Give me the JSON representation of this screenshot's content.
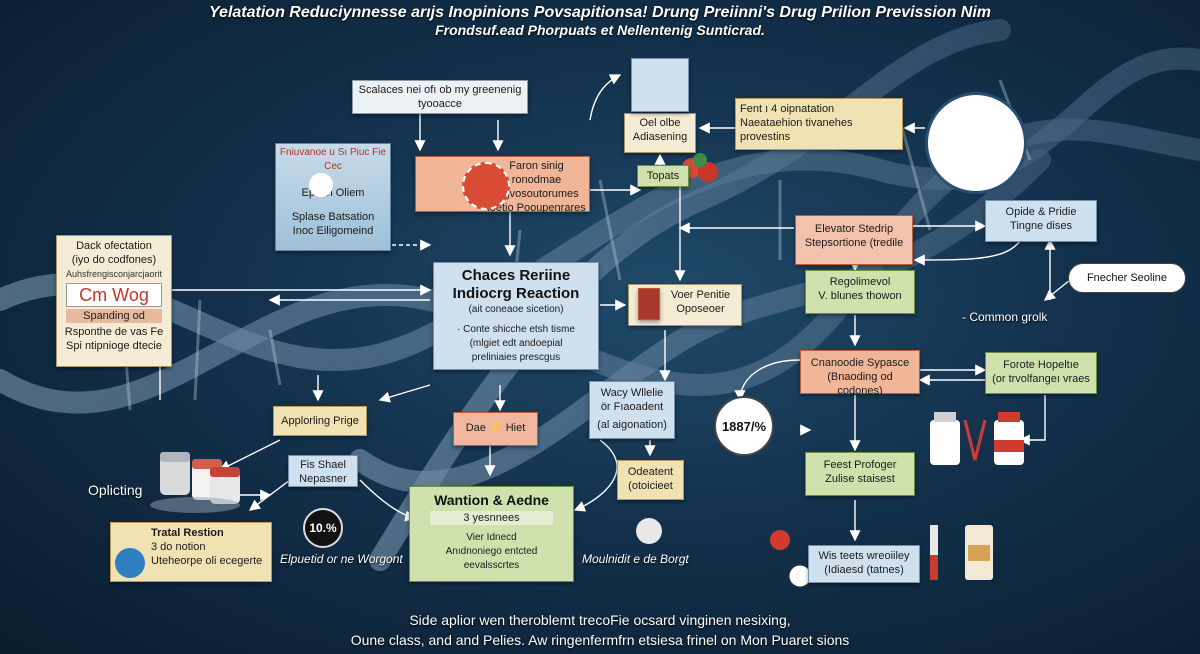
{
  "header": {
    "title_line1": "Yelatation Reduciynnesse arıjs Inopinions Povsapitionsa! Drung Preiinni's Drug Prilion Prevission Nim",
    "title_line2": "Frondsuf.ead Phorpuats et Nellentenig Sunticrad."
  },
  "boxes": {
    "scaleces": [
      "Scalaces nei ofı ob my greenenig",
      "tyooacce"
    ],
    "blue_card": [
      "Fniuvanoe u Sı Piuc Fie Cec",
      "Epiton Oliem",
      "Splase Batsation",
      "Inoc Eiligomeind"
    ],
    "center_top_salmon": [
      "Faron sinig",
      "ronodmae",
      "Iegvosoutorumes",
      "ibetio Pooupenrares"
    ],
    "cell_olbe": [
      "Oel olbe",
      "Adiasening"
    ],
    "topats": "Topats",
    "fent": [
      "Fent ı 4 oipnatation",
      "Naeataehion tivanehes",
      "provestins"
    ],
    "dack": [
      "Dack ofectation",
      "(iyo do codfones)"
    ],
    "rushapie": "Auhsfrengisconjarcjaorit",
    "cm_logo": "Cm Wog",
    "spanning": "Spanding od",
    "reponth": [
      "Rsponthe de vas Fe",
      "Spi ntipnioge dtecie"
    ],
    "central": [
      "Chaces Reriine",
      "Indiocrg Reaction",
      "(ait coneaoe sicetion)",
      "· Conte shicche etsh tisme",
      "(mlgiet edt andoepial",
      "preliniaies prescgus"
    ],
    "voer": [
      "Voer Penitie",
      "Oposeoer"
    ],
    "elevator": [
      "Elevator Stedrip",
      "Stepsortione (tredile"
    ],
    "opide": [
      "Opide & Pridie",
      "Tingne dises"
    ],
    "regolimevol": [
      "Regolimevol",
      "V. blunes thowon"
    ],
    "appl_prige": "Applorling Prige",
    "fis_shael": [
      "Fis Shael",
      "Nepasner"
    ],
    "dae_hiet": [
      "Dae",
      "Hiet"
    ],
    "wacy": [
      "Wacy Wllelie",
      "ör Fıaoadent",
      "(al aigonation)"
    ],
    "cnanoode": [
      "Cnanoodie Sypasce",
      "(Bnaoding od codones)"
    ],
    "forote": [
      "Forote Hopeltıe",
      "(or trvolfangeı vraes"
    ],
    "feest": [
      "Feest Profoger",
      "Zulise staisest"
    ],
    "wantion": [
      "Wantion & Aedne",
      "3 yesnnees"
    ],
    "wantion_sub": [
      "Vier Idnecd",
      "Anıdnoniego entcted",
      "eevalsscrtes"
    ],
    "odeatent": [
      "Odeatent",
      "(otoicieet"
    ],
    "tratal": [
      "Tratal Restion",
      "3 do notion",
      "Uteheorpe oli ecegerte"
    ],
    "wis": [
      "Wis teets wreoiiley",
      "(Idiaesd (tatnes)"
    ]
  },
  "floating": {
    "opticing": "Oplicting",
    "common_grok": "- Common grolk",
    "elpuetid": "Elpuetid or ne Worgont",
    "moulnidit": "Moulnidit e de Borgt",
    "fnecher": "Fnecher Seoline"
  },
  "badges": {
    "ten": "10.%",
    "pct": "1887/%"
  },
  "footer": {
    "line1": "Side aplior wen theroblemt trecoFie ocsard vinginen nesixing,",
    "line2": "Oune class, and and Pelies. Aw ringenfermfrn etsiesa frinel on Mon Puaret sions"
  },
  "colors": {
    "arrow": "#ffffff",
    "salmon": "#f1b597",
    "green": "#cfe2ad",
    "tan": "#f1e2b4",
    "dna": "#6f8aa4"
  }
}
